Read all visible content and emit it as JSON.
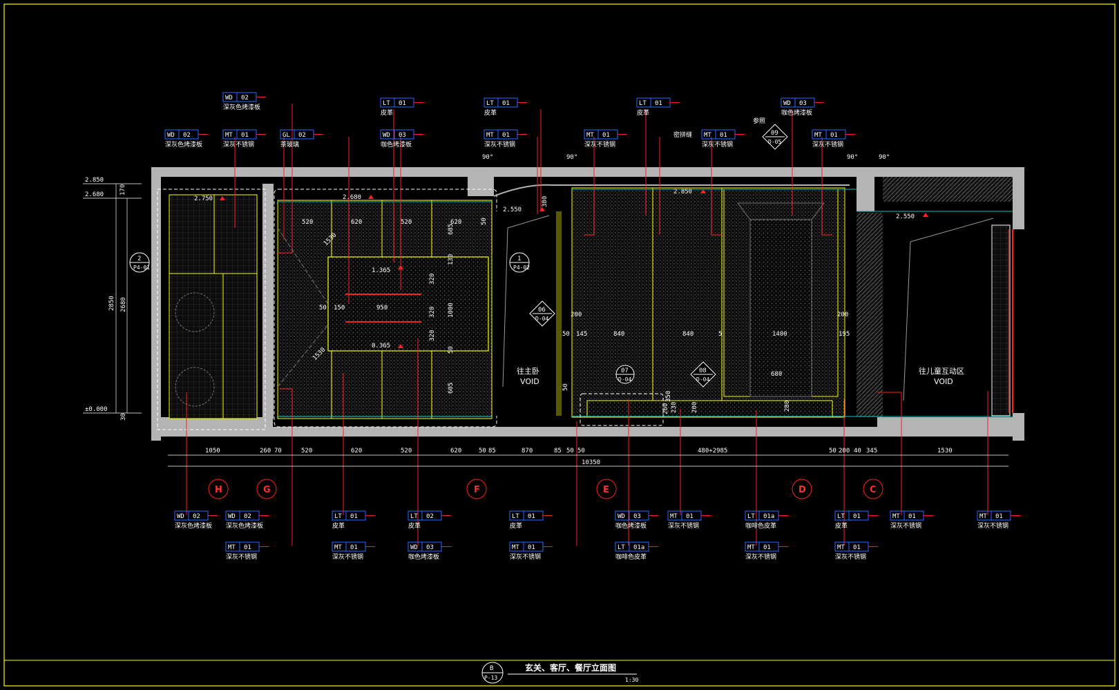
{
  "top_tags": [
    {
      "c1": "WD",
      "c2": "02",
      "name": "深灰色烤漆板"
    },
    {
      "c1": "WD",
      "c2": "02",
      "name": "深灰色烤漆板"
    },
    {
      "c1": "MT",
      "c2": "01",
      "name": "深灰不锈钢"
    },
    {
      "c1": "GL",
      "c2": "02",
      "name": "茶玻璃"
    },
    {
      "c1": "LT",
      "c2": "01",
      "name": "皮革"
    },
    {
      "c1": "WD",
      "c2": "03",
      "name": "咖色烤漆板"
    },
    {
      "c1": "LT",
      "c2": "01",
      "name": "皮革"
    },
    {
      "c1": "MT",
      "c2": "01",
      "name": "深灰不锈钢"
    },
    {
      "c1": "MT",
      "c2": "01",
      "name": "深灰不锈钢"
    },
    {
      "c1": "LT",
      "c2": "01",
      "name": "皮革"
    },
    {
      "c1": "MT",
      "c2": "01",
      "name": "深灰不锈钢"
    },
    {
      "c1": "WD",
      "c2": "03",
      "name": "咖色烤漆板"
    },
    {
      "c1": "MT",
      "c2": "01",
      "name": "深灰不锈钢"
    }
  ],
  "top_note": "密拼缝",
  "ref_note": "参照",
  "bottom_tags": [
    {
      "c1": "WD",
      "c2": "02",
      "name": "深灰色烤漆板"
    },
    {
      "c1": "WD",
      "c2": "02",
      "name": "深灰色烤漆板"
    },
    {
      "c1": "MT",
      "c2": "01",
      "name": "深灰不锈钢"
    },
    {
      "c1": "LT",
      "c2": "01",
      "name": "皮革"
    },
    {
      "c1": "MT",
      "c2": "01",
      "name": "深灰不锈钢"
    },
    {
      "c1": "LT",
      "c2": "02",
      "name": "皮革"
    },
    {
      "c1": "WD",
      "c2": "03",
      "name": "咖色烤漆板"
    },
    {
      "c1": "LT",
      "c2": "01",
      "name": "皮革"
    },
    {
      "c1": "MT",
      "c2": "01",
      "name": "深灰不锈钢"
    },
    {
      "c1": "WD",
      "c2": "03",
      "name": "咖色烤漆板"
    },
    {
      "c1": "LT",
      "c2": "01a",
      "name": "咖啡色皮革"
    },
    {
      "c1": "MT",
      "c2": "01",
      "name": "深灰不锈钢"
    },
    {
      "c1": "LT",
      "c2": "01a",
      "name": "咖啡色皮革"
    },
    {
      "c1": "MT",
      "c2": "01",
      "name": "深灰不锈钢"
    },
    {
      "c1": "LT",
      "c2": "01",
      "name": "皮革"
    },
    {
      "c1": "MT",
      "c2": "01",
      "name": "深灰不锈钢"
    },
    {
      "c1": "MT",
      "c2": "01",
      "name": "深灰不锈钢"
    },
    {
      "c1": "MT",
      "c2": "01",
      "name": "深灰不锈钢"
    }
  ],
  "grid_axes": [
    "H",
    "G",
    "F",
    "E",
    "D",
    "C"
  ],
  "levels": [
    "2.850",
    "2.680",
    "±0.000"
  ],
  "inner_levels": [
    "2.750",
    "2.680",
    "2.550",
    "2.850",
    "2.550",
    "1.365",
    "0.365"
  ],
  "angles": [
    "90°",
    "90°",
    "90°",
    "90°"
  ],
  "vertical_dims": [
    "170",
    "2850",
    "2680",
    "30"
  ],
  "top_dims": [
    "520",
    "620",
    "520",
    "620",
    "685",
    "130",
    "320",
    "320",
    "320",
    "1000",
    "605",
    "50",
    "50",
    "150",
    "950",
    "50",
    "200",
    "380",
    "50",
    "145",
    "840",
    "840",
    "1400",
    "5",
    "195",
    "200",
    "680",
    "230",
    "200",
    "260",
    "280",
    "350",
    "50"
  ],
  "bottom_dims": [
    "1050",
    "260",
    "70",
    "520",
    "620",
    "520",
    "620",
    "50",
    "85",
    "870",
    "85",
    "50",
    "50",
    "480+2985",
    "50",
    "200",
    "40",
    "345",
    "1530"
  ],
  "total_dim": "10350",
  "section_marks": [
    {
      "num": "2",
      "ref": "P4-01"
    },
    {
      "num": "1",
      "ref": "P4-02"
    },
    {
      "num": "06",
      "ref": "D-04"
    },
    {
      "num": "09",
      "ref": "D-05"
    },
    {
      "num": "07",
      "ref": "D-04"
    },
    {
      "num": "08",
      "ref": "D-04"
    }
  ],
  "void_notes": [
    {
      "line1": "往主卧",
      "line2": "VOID"
    },
    {
      "line1": "往儿童互动区",
      "line2": "VOID"
    }
  ],
  "diag_dims": [
    "1530",
    "1530"
  ],
  "title": {
    "code": "B",
    "sheet": "P-13",
    "name": "玄关、客厅、餐厅立面图",
    "scale": "1:30"
  },
  "colors": {
    "background": "#000000",
    "border": "#ffff00",
    "wall": "#b4b4b4",
    "leader": "#ff2020",
    "cyan": "#00c8c8",
    "tag_box": "#2a6cff"
  }
}
